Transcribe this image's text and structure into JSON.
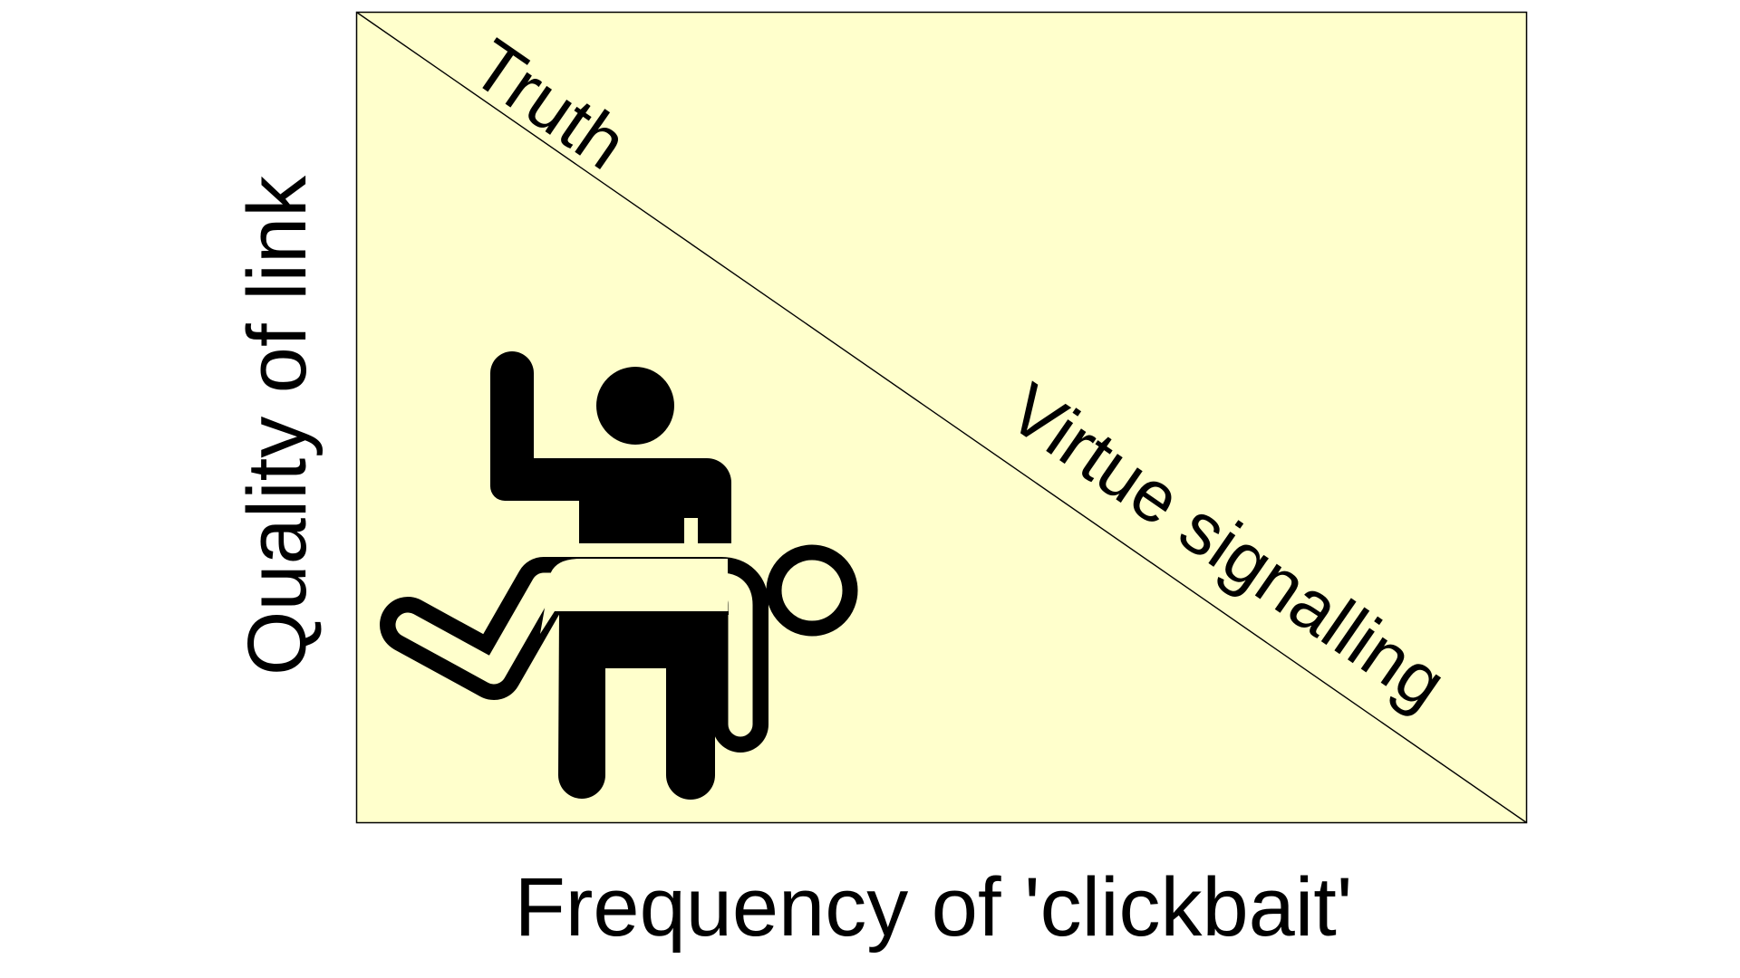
{
  "diagram": {
    "type": "quadrant-sketch",
    "background_color": "#FFFFCC",
    "border_color": "#000000",
    "x_axis_label": "Frequency of 'clickbait'",
    "y_axis_label": "Quality of link",
    "regions": [
      {
        "label": "Truth",
        "position": "above-diagonal, top-left"
      },
      {
        "label": "Virtue signalling",
        "position": "above-diagonal, lower-right"
      }
    ],
    "divider": "diagonal line from top-left to bottom-right corner",
    "icon": "person-restraining-person-icon"
  }
}
